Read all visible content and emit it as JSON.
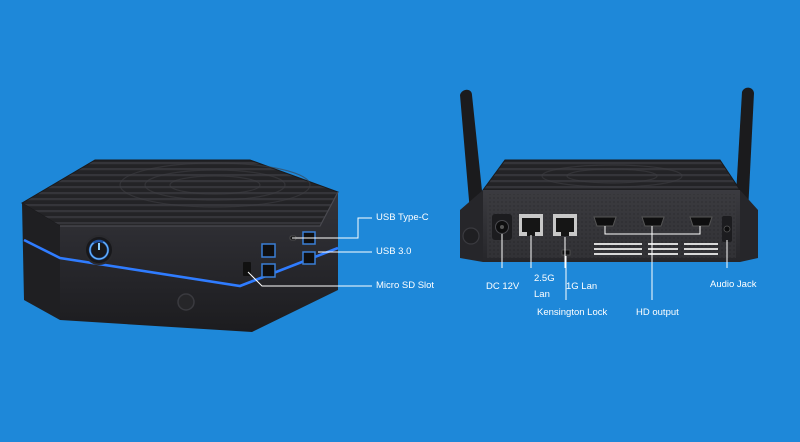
{
  "colors": {
    "background": "#1e88d9",
    "device_body": "#2b2b2e",
    "accent_led": "#2f7cff",
    "usb_port_blue": "#3a7fd6",
    "callout_line": "#ffffff"
  },
  "front_view": {
    "labels": {
      "usb_type_c": "USB Type-C",
      "usb_3": "USB 3.0",
      "micro_sd": "Micro SD Slot"
    }
  },
  "rear_view": {
    "labels": {
      "dc_12v": "DC 12V",
      "lan_25g_line1": "2.5G",
      "lan_25g_line2": "Lan",
      "lan_1g": "1G  Lan",
      "kensington": "Kensington Lock",
      "hd_output": "HD output",
      "audio_jack": "Audio Jack"
    }
  },
  "icons": [
    "power-button-icon",
    "wifi-antenna-icon"
  ]
}
